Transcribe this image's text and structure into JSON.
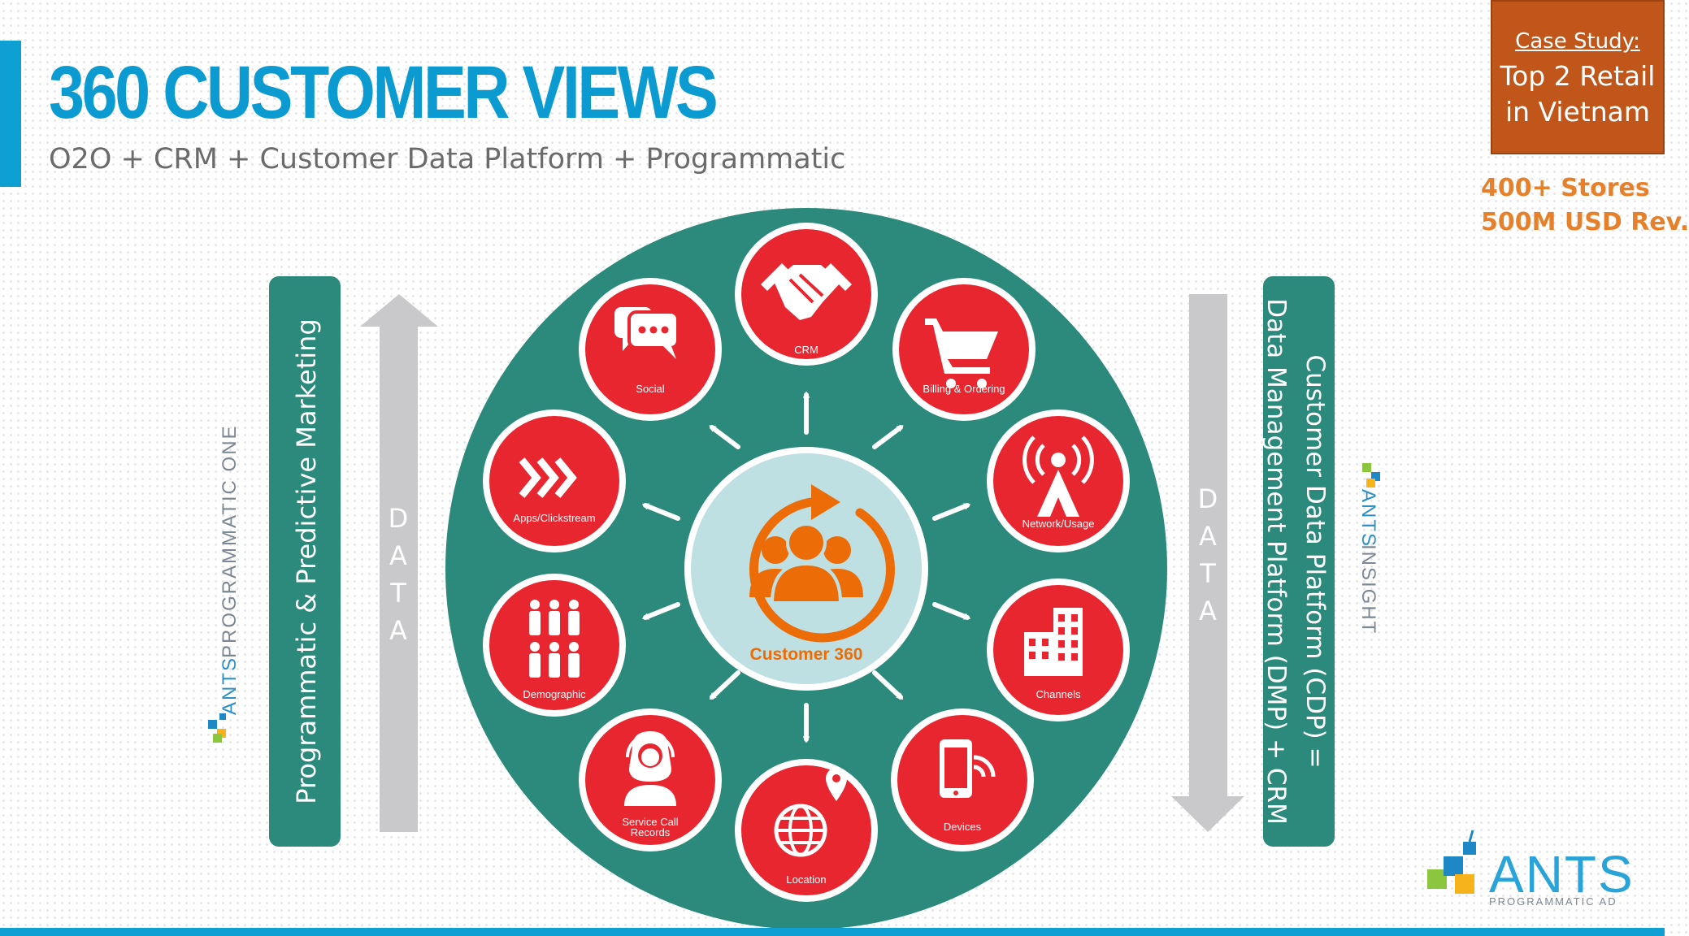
{
  "header": {
    "title": "360 CUSTOMER VIEWS",
    "subtitle": "O2O + CRM + Customer Data Platform + Programmatic"
  },
  "case_study": {
    "heading": "Case Study:",
    "line1": "Top 2 Retail",
    "line2": "in Vietnam"
  },
  "stats": {
    "stores": "400+ Stores",
    "revenue": "500M USD Rev."
  },
  "left_panel": {
    "label": "Programmatic & Predictive Marketing",
    "data_letters": [
      "D",
      "A",
      "T",
      "A"
    ]
  },
  "right_panel": {
    "label_line1": "Customer Data Platform (CDP) =",
    "label_line2": "Data Management Platform (DMP) + CRM",
    "data_letters": [
      "D",
      "A",
      "T",
      "A"
    ]
  },
  "diagram": {
    "center_label": "Customer 360",
    "nodes": [
      {
        "label": "CRM",
        "icon": "handshake-icon"
      },
      {
        "label": "Billing & Ordering",
        "icon": "cart-icon"
      },
      {
        "label": "Network/Usage",
        "icon": "antenna-icon"
      },
      {
        "label": "Channels",
        "icon": "building-icon"
      },
      {
        "label": "Devices",
        "icon": "phone-wifi-icon"
      },
      {
        "label": "Location",
        "icon": "globe-pin-icon"
      },
      {
        "label": "Service Call",
        "label2": "Records",
        "icon": "headset-icon"
      },
      {
        "label": "Demographic",
        "icon": "people-icon"
      },
      {
        "label": "Apps/Clickstream",
        "icon": "chevrons-icon"
      },
      {
        "label": "Social",
        "icon": "chat-icon"
      }
    ]
  },
  "brands": {
    "left_ants": "ANTS",
    "left_product": "PROGRAMMATIC ONE",
    "right_ants": "ANTS",
    "right_product": "INSIGHT",
    "corner_ants": "ANTS",
    "corner_product": "PROGRAMMATIC AD"
  },
  "colors": {
    "accent_blue": "#0b9bd1",
    "teal": "#2b8a7b",
    "node_red": "#e8262f",
    "center_orange": "#ec6d07",
    "case_box": "#c0561a",
    "stat_orange": "#e6802a"
  }
}
